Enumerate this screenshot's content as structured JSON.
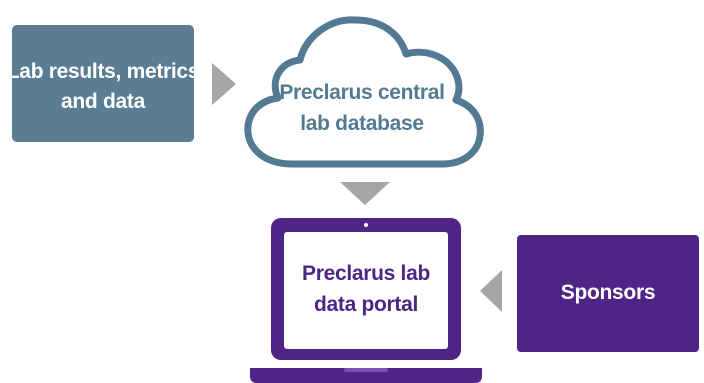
{
  "nodes": {
    "source": {
      "line1": "Lab results, metrics",
      "line2": "and data",
      "color": "#5a7d94"
    },
    "cloud": {
      "line1": "Preclarus central",
      "line2": "lab database",
      "stroke": "#527b93",
      "text_color": "#527b93"
    },
    "portal": {
      "line1": "Preclarus lab",
      "line2": "data portal",
      "color": "#4e2586"
    },
    "sponsors": {
      "label": "Sponsors",
      "color": "#4e2586"
    }
  },
  "arrows": {
    "color": "#a6a6a6"
  }
}
